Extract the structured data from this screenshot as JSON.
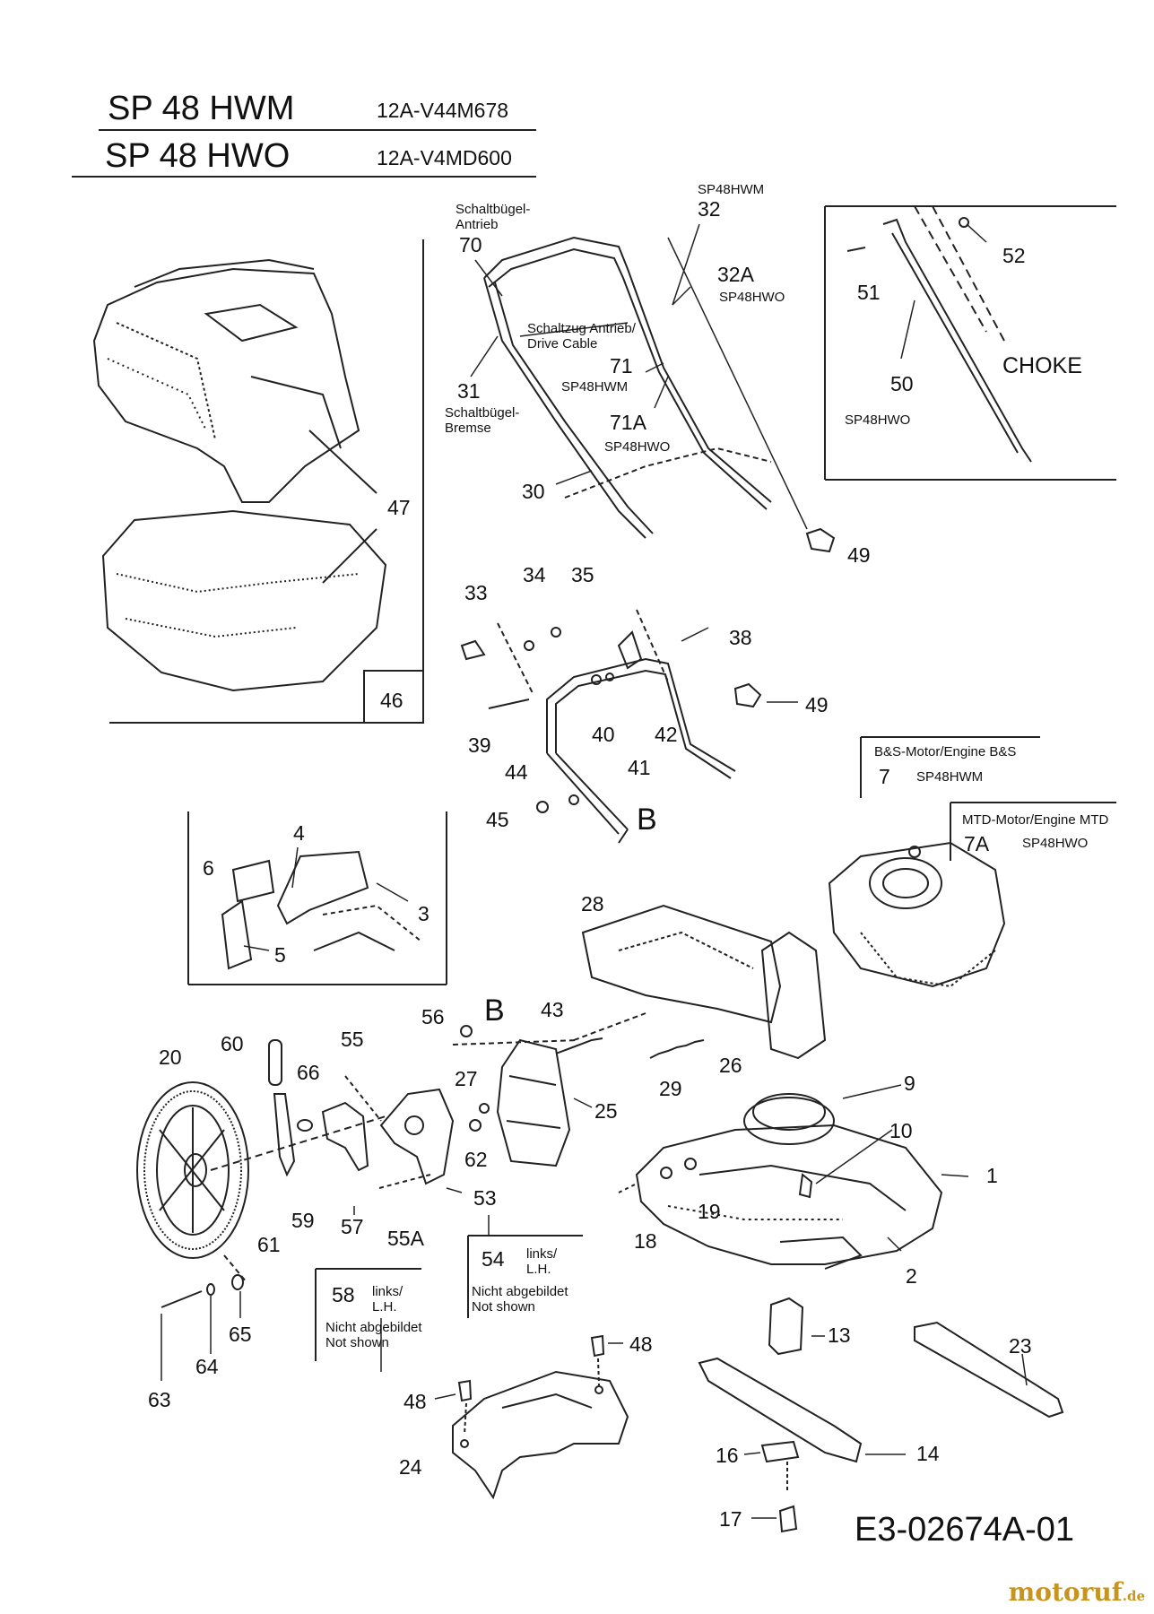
{
  "header": {
    "models": [
      {
        "name": "SP 48 HWM",
        "code": "12A-V44M678"
      },
      {
        "name": "SP 48 HWO",
        "code": "12A-V4MD600"
      }
    ]
  },
  "labels": {
    "schaltbuegel_antrieb": "Schaltbügel-\nAntrieb",
    "schaltbuegel_bremse": "Schaltbügel-\nBremse",
    "schaltzug": "Schaltzug Antrieb/\nDrive Cable",
    "sp48hwm": "SP48HWM",
    "sp48hwo": "SP48HWO",
    "choke": "CHOKE",
    "bs_motor": "B&S-Motor/Engine B&S",
    "mtd_motor": "MTD-Motor/Engine MTD",
    "links_lh": "links/\nL.H.",
    "nicht_abgebildet": "Nicht abgebildet\nNot shown",
    "letter_b": "B"
  },
  "part_numbers": {
    "p70": "70",
    "p32": "32",
    "p32a": "32A",
    "p31": "31",
    "p71": "71",
    "p71a": "71A",
    "p30": "30",
    "p52": "52",
    "p51": "51",
    "p50": "50",
    "p49": "49",
    "p47": "47",
    "p46": "46",
    "p33": "33",
    "p34": "34",
    "p35": "35",
    "p38": "38",
    "p39": "39",
    "p40": "40",
    "p41": "41",
    "p42": "42",
    "p44": "44",
    "p45": "45",
    "p7": "7",
    "p7a": "7A",
    "p4": "4",
    "p6": "6",
    "p3": "3",
    "p5": "5",
    "p28": "28",
    "p26": "26",
    "p29": "29",
    "p43": "43",
    "p56": "56",
    "p25": "25",
    "p27": "27",
    "p62": "62",
    "p20": "20",
    "p60": "60",
    "p55": "55",
    "p66": "66",
    "p9": "9",
    "p10": "10",
    "p1": "1",
    "p19": "19",
    "p18": "18",
    "p59": "59",
    "p61": "61",
    "p57": "57",
    "p55a": "55A",
    "p53": "53",
    "p2": "2",
    "p54": "54",
    "p58": "58",
    "p13": "13",
    "p23": "23",
    "p48": "48",
    "p65": "65",
    "p64": "64",
    "p63": "63",
    "p24": "24",
    "p14": "14",
    "p16": "16",
    "p17": "17"
  },
  "drawing_id": "E3-02674A-01",
  "watermark": {
    "brand": "motoruf",
    "tld": ".de"
  }
}
